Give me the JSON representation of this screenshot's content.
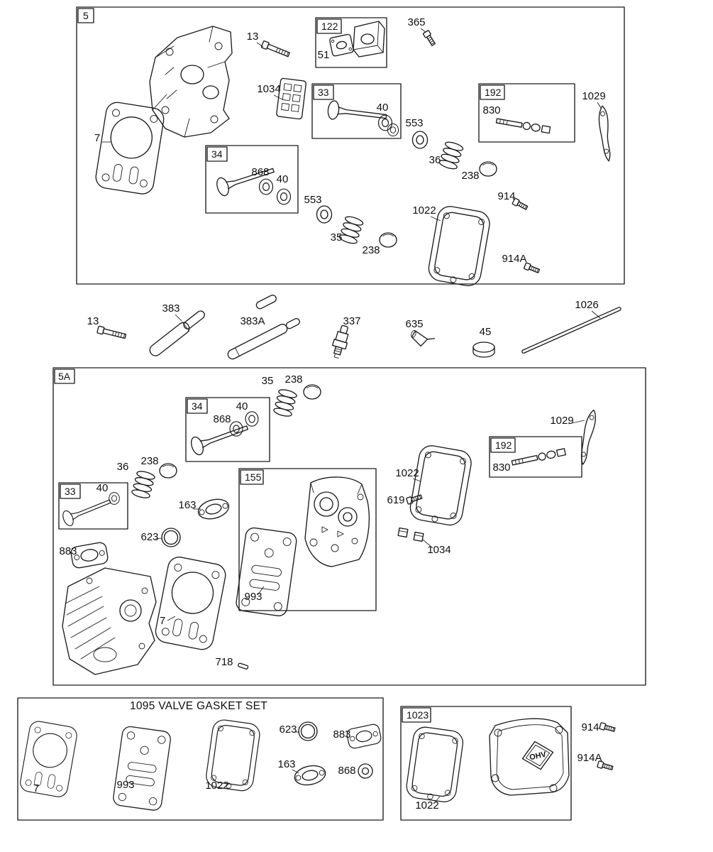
{
  "s5": {
    "tag": "5",
    "bolt_13": "13",
    "spacer_box": "122",
    "spacer_gasket_51": "51",
    "screw_365": "365",
    "plate_1034": "1034",
    "valve_box_33": "33",
    "seal_40_intake": "40",
    "seal_553_a": "553",
    "spring_36": "36",
    "cap_238_a": "238",
    "rocker_box": "192",
    "stud_830": "830",
    "rocker_1029": "1029",
    "head_gasket_7": "7",
    "valve_box_34": "34",
    "seal_868": "868",
    "seal_40_exhaust": "40",
    "seal_553_b": "553",
    "spring_35": "35",
    "cap_238_b": "238",
    "cover_gasket_1022": "1022",
    "screw_914": "914",
    "screw_914a": "914A"
  },
  "mid": {
    "bolt_13": "13",
    "breather_383": "383",
    "breather_383a": "383A",
    "spark_plug_337": "337",
    "cap_635": "635",
    "cap_45": "45",
    "push_rod_1026": "1026"
  },
  "s5a": {
    "tag": "5A",
    "spring_35": "35",
    "cap_238_a": "238",
    "valve_box_34": "34",
    "seal_40_a": "40",
    "seal_868": "868",
    "rocker_1029": "1029",
    "rocker_box": "192",
    "stud_830": "830",
    "spring_36": "36",
    "cap_238_b": "238",
    "valve_box_33": "33",
    "seal_40_b": "40",
    "gasket_163": "163",
    "oring_623": "623",
    "gasket_883": "883",
    "plate_box_155": "155",
    "plate_gasket_993": "993",
    "head_gasket_7": "7",
    "cover_gasket_1022": "1022",
    "screw_619": "619",
    "nuts_1034": "1034",
    "pin_718": "718"
  },
  "gasket_set": {
    "title": "1095 VALVE GASKET SET",
    "head_gasket_7": "7",
    "plate_gasket_993": "993",
    "cover_gasket_1022": "1022",
    "oring_623": "623",
    "gasket_163": "163",
    "gasket_883": "883",
    "seal_868": "868"
  },
  "cover": {
    "tag": "1023",
    "gasket_1022": "1022",
    "logo": "OHV",
    "screw_914": "914",
    "screw_914a": "914A"
  }
}
